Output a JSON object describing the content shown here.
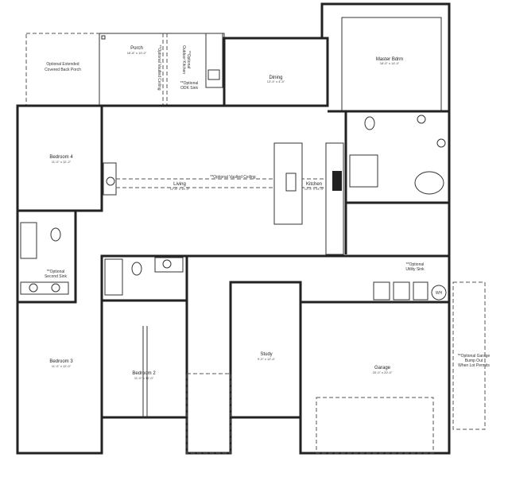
{
  "rooms": {
    "ext_porch": {
      "line1": "Optional Extended",
      "line2": "Covered Back Porch"
    },
    "porch": {
      "name": "Porch",
      "dim": "16'-8\" x 10'-0\""
    },
    "dining": {
      "name": "Dining",
      "dim": "13'-4\" x 4'-4\""
    },
    "master": {
      "name": "Master Bdrm",
      "dim": "18'-0\" x 14'-0\""
    },
    "bedroom4": {
      "name": "Bedroom 4",
      "dim": "11'-0\" x 12'-2\""
    },
    "living": {
      "name": "Living",
      "dim": "12'-6\" x 14'-3\""
    },
    "kitchen": {
      "name": "Kitchen",
      "dim": "12'-3\" x 14'-3\""
    },
    "bedroom3": {
      "name": "Bedroom 3",
      "dim": "11'-0\" x 12'-0\""
    },
    "bedroom2": {
      "name": "Bedroom 2",
      "dim": "11'-0\" x 12'-0\""
    },
    "study": {
      "name": "Study",
      "dim": "9'-0\" x 12'-4\""
    },
    "garage": {
      "name": "Garage",
      "dim": "20'-0\" x 20'-0\""
    }
  },
  "notes": {
    "porch_vault": "**Optional Vaulted Ceiling",
    "outdoor_kitchen_1": "**Optional",
    "outdoor_kitchen_2": "Outdoor Kitchen",
    "odk_sink_1": "**Optional",
    "odk_sink_2": "ODK Sink",
    "living_vault": "**Optional Vaulted Ceiling",
    "second_sink_1": "**Optional",
    "second_sink_2": "Second Sink",
    "utility_sink_1": "**Optional",
    "utility_sink_2": "Utility Sink",
    "water_heater": "WH",
    "garage_bump_1": "**Optional Garage",
    "garage_bump_2": "Bump Out",
    "garage_bump_3": "When Lot Permits"
  }
}
